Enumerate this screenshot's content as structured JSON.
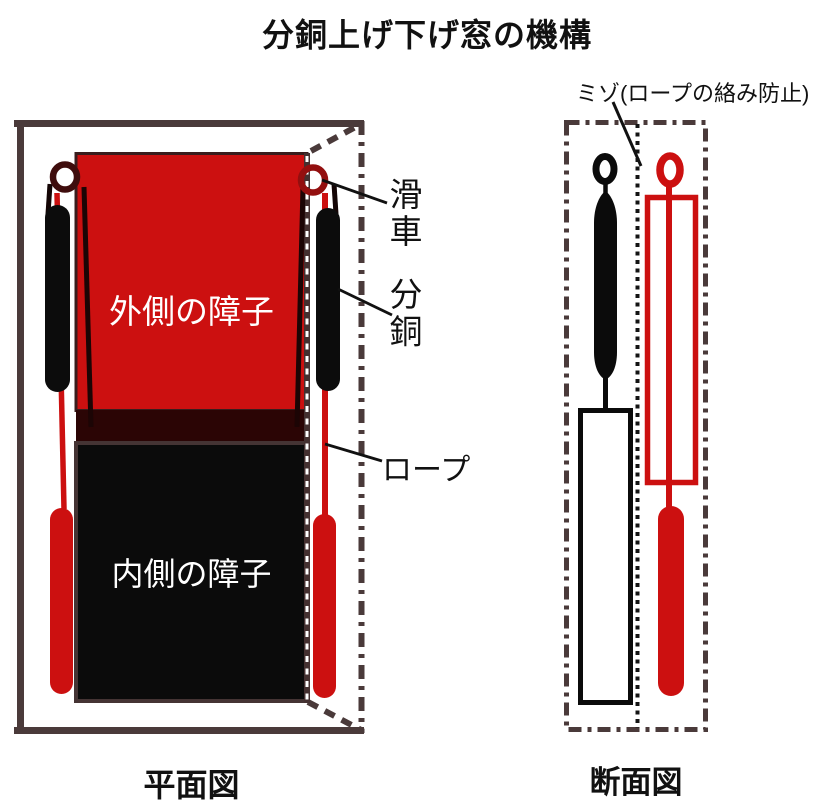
{
  "title": "分銅上げ下げ窓の機構",
  "plan_view": {
    "caption": "平面図",
    "outer_sash_label": "外側の障子",
    "inner_sash_label": "内側の障子",
    "labels": {
      "pulley": "滑\n車",
      "weight": "分\n銅",
      "rope": "ロープ"
    }
  },
  "section_view": {
    "caption": "断面図",
    "groove_label": "ミゾ(ロープの絡み防止)"
  },
  "colors": {
    "red": "#cc1010",
    "frame": "#4a3a3a",
    "ink": "#0b0b0b",
    "overlap": "#2b0505",
    "label": "#111111"
  }
}
